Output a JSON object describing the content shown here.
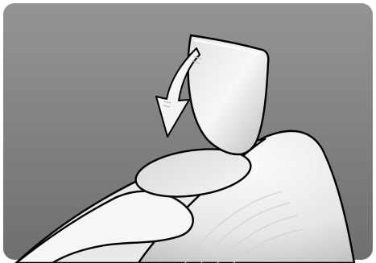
{
  "illustration": {
    "device": "handset-body",
    "part": "battery-cover",
    "cutout": "oval-recess",
    "motion": "curved-arrow-down",
    "colors": {
      "background": "#7d7e80",
      "background_top": "#8f9092",
      "border": "#ffffff",
      "outline": "#000000",
      "body_light": "#f4f4f4",
      "body_shade": "#c9c9c9",
      "arrow_fill": "#ffffff"
    }
  }
}
